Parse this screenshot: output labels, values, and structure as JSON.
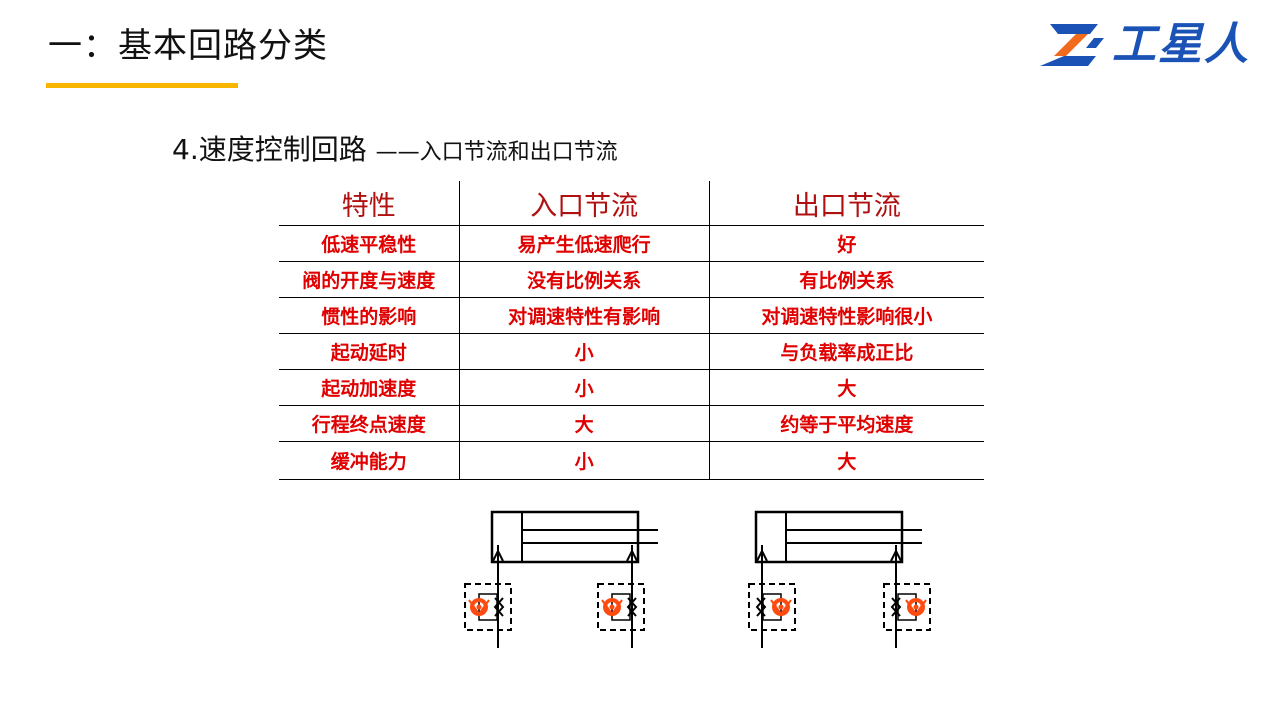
{
  "header": {
    "title": "一：基本回路分类",
    "logo_text": "工星人"
  },
  "section": {
    "heading_main": "4.速度控制回路",
    "heading_sub": "——入口节流和出口节流"
  },
  "table": {
    "headers": [
      "特性",
      "入口节流",
      "出口节流"
    ],
    "rows": [
      [
        "低速平稳性",
        "易产生低速爬行",
        "好"
      ],
      [
        "阀的开度与速度",
        "没有比例关系",
        "有比例关系"
      ],
      [
        "惯性的影响",
        "对调速特性有影响",
        "对调速特性影响很小"
      ],
      [
        "起动延时",
        "小",
        "与负载率成正比"
      ],
      [
        "起动加速度",
        "小",
        "大"
      ],
      [
        "行程终点速度",
        "大",
        "约等于平均速度"
      ],
      [
        "缓冲能力",
        "小",
        "大"
      ]
    ]
  },
  "colors": {
    "accent_underline": "#f7b500",
    "logo_blue": "#1a53b5",
    "logo_orange": "#f26b1d",
    "table_text_red": "#e00000",
    "header_text_red": "#b01010",
    "valve_orange": "#ff4a10"
  }
}
